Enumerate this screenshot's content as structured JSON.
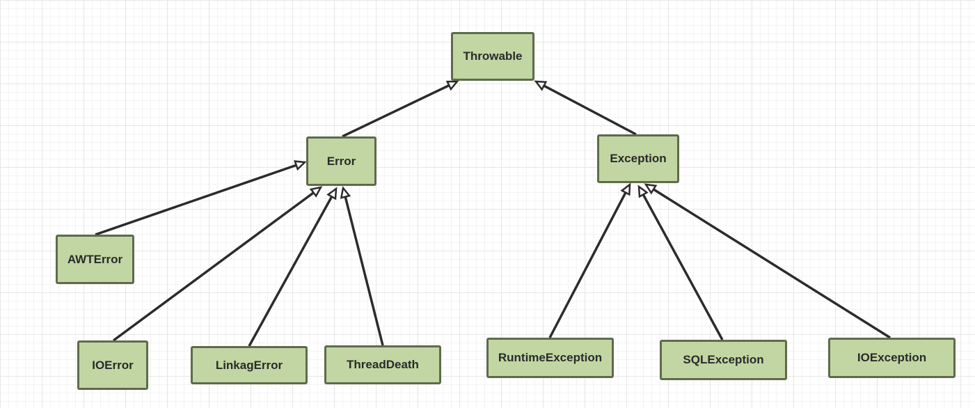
{
  "colors": {
    "node_fill": "#c2d6a3",
    "node_border": "#5d6b4c",
    "edge": "#2b2b2b",
    "text": "#2a2a2a"
  },
  "nodes": [
    {
      "id": "throwable",
      "label": "Throwable"
    },
    {
      "id": "error",
      "label": "Error"
    },
    {
      "id": "exception",
      "label": "Exception"
    },
    {
      "id": "awterror",
      "label": "AWTError"
    },
    {
      "id": "ioerror",
      "label": "IOError"
    },
    {
      "id": "linkagerror",
      "label": "LinkagError"
    },
    {
      "id": "threaddeath",
      "label": "ThreadDeath"
    },
    {
      "id": "runtimeexception",
      "label": "RuntimeException"
    },
    {
      "id": "sqlexception",
      "label": "SQLException"
    },
    {
      "id": "ioexception",
      "label": "IOException"
    }
  ],
  "edges": [
    {
      "from": "error",
      "to": "throwable"
    },
    {
      "from": "exception",
      "to": "throwable"
    },
    {
      "from": "awterror",
      "to": "error"
    },
    {
      "from": "ioerror",
      "to": "error"
    },
    {
      "from": "linkagerror",
      "to": "error"
    },
    {
      "from": "threaddeath",
      "to": "error"
    },
    {
      "from": "runtimeexception",
      "to": "exception"
    },
    {
      "from": "sqlexception",
      "to": "exception"
    },
    {
      "from": "ioexception",
      "to": "exception"
    }
  ]
}
